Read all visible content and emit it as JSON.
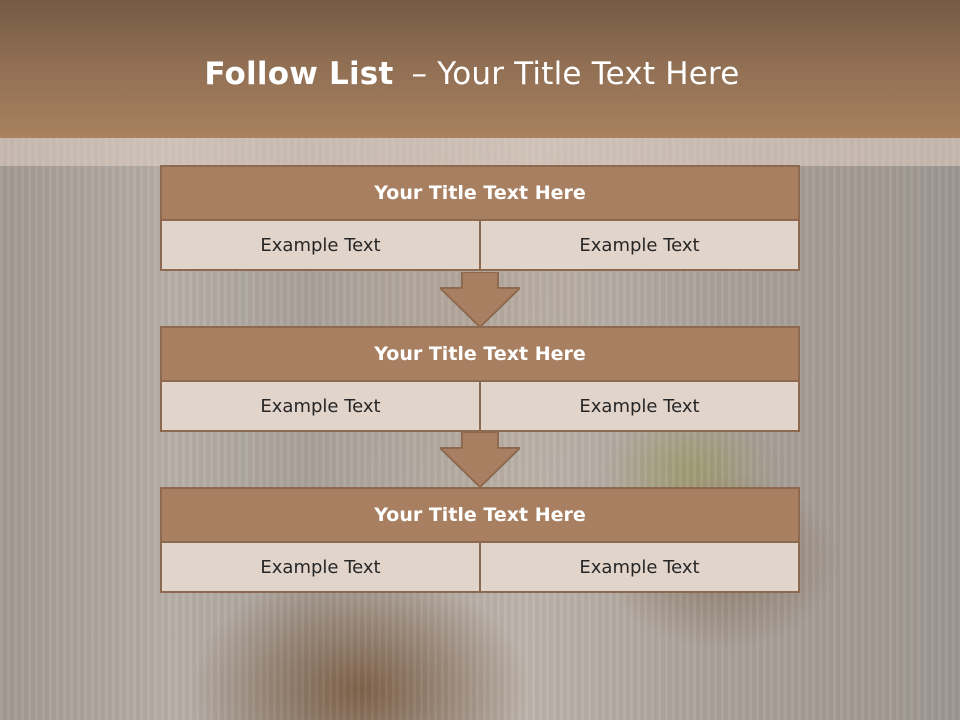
{
  "slide": {
    "title_bold": "Follow List",
    "title_dash": "–",
    "title_rest": "Your Title Text Here"
  },
  "blocks": [
    {
      "title": "Your Title Text Here",
      "left": "Example Text",
      "right": "Example Text"
    },
    {
      "title": "Your Title Text Here",
      "left": "Example Text",
      "right": "Example Text"
    },
    {
      "title": "Your Title Text Here",
      "left": "Example Text",
      "right": "Example Text"
    }
  ],
  "colors": {
    "header": "#8f6e53",
    "title_bar": "#a88061",
    "cell_fill": "#e1d4cb",
    "border": "#8d6a4f"
  }
}
